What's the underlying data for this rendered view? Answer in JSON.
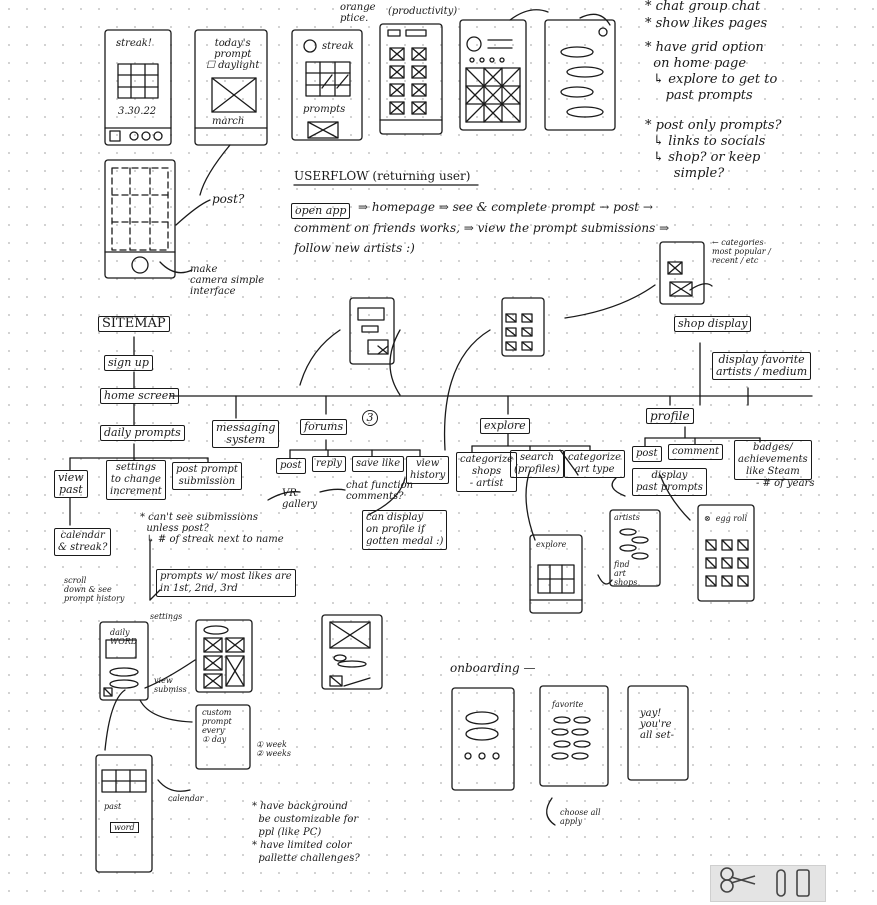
{
  "top_notes": {
    "orange_practice": "orange\nptice.",
    "productivity": "(productivity)",
    "ideas": [
      "* chat group chat",
      "* show likes pages",
      "* have grid option\n  on home page\n  ↳ explore to get to\n     past prompts",
      "* post only prompts?\n  ↳ links to socials\n  ↳ shop? or keep\n       simple?"
    ]
  },
  "top_screens": {
    "streak_label": "streak!",
    "date": "3.30.22",
    "today_prompt": "today's\nprompt\n☐ daylight",
    "month": "march",
    "streak2": "streak",
    "prompts": "prompts"
  },
  "camera": {
    "post_label": "post?",
    "note": "make\ncamera simple\ninterface"
  },
  "userflow": {
    "title": "USERFLOW (returning user)",
    "open_app": "open app",
    "line1": "⇒ homepage ⇒ see & complete prompt → post →",
    "line2": "comment on friends works, ⇒ view the prompt submissions ⇒",
    "line3": "follow new artists :)"
  },
  "sitemap": {
    "title": "SITEMAP",
    "signup": "sign up",
    "home": "home screen",
    "daily_prompts": "daily prompts",
    "messaging": "messaging\nsystem",
    "forums": "forums",
    "explore": "explore",
    "profile": "profile",
    "shop_display": "shop display",
    "display_fav": "display favorite\nartists / medium",
    "view_past": "view\npast",
    "settings": "settings\nto change\nincrement",
    "post_prompt": "post prompt\nsubmission",
    "post": "post",
    "reply": "reply",
    "save_like": "save like",
    "view_history": "view\nhistory",
    "three": "3",
    "categorize_shops": "categorize\nshops\n- artist",
    "search": "search\n(profiles)",
    "categorize_art": "categorize\nart type",
    "profile_post": "post",
    "profile_comment": "comment",
    "badges": "badges/\nachievements\nlike Steam",
    "num_years": "- # of years",
    "display_past": "display\npast prompts",
    "vr_gallery": "VR\ngallery",
    "chat_function": "chat function\ncomments?",
    "can_display": "can display\non profile if\ngotten medal :)",
    "cant_see": "* can't see submissions\n  unless post?\n  ↳ # of streak next to name",
    "calendar": "calendar\n& streak?",
    "most_likes": "prompts w/ most likes are\nin 1st, 2nd, 3rd",
    "scroll_note": "scroll\ndown & see\nprompt history",
    "categories_note": "← categories\nmost popular /\nrecent / etc"
  },
  "lower": {
    "settings_label": "settings",
    "daily_word": "daily\nWORD",
    "view_submiss": "view\nsubmiss",
    "custom": "custom\nprompt\nevery\n① day",
    "week": "① week\n② weeks",
    "past": "past",
    "word": "word",
    "calendar_side": "calendar",
    "onboarding": "onboarding —",
    "favorite": "favorite",
    "yay": "yay!\nyou're\nall set-",
    "choose_all": "choose all\napply",
    "notes": "* have background\n  be customizable for\n  ppl (like PC)\n* have limited color\n  pallette challenges?",
    "explore_mini": "explore",
    "artists": "artists",
    "find_shops": "find\nart\nshops",
    "egg": "⊗  egg roll"
  }
}
